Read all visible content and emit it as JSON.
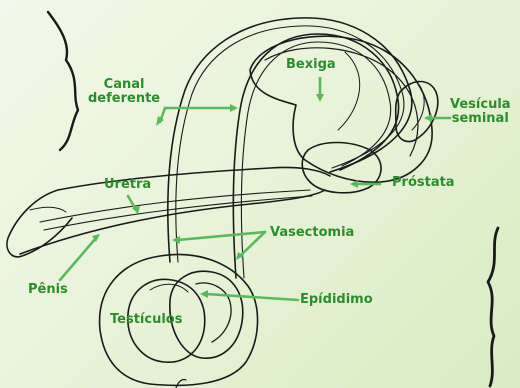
{
  "colors": {
    "label_text": "#2e8b2e",
    "leader_line": "#5cb85c",
    "outline": "#1a1a1a",
    "background": "#e9f4dc"
  },
  "labels": {
    "bexiga": "Bexiga",
    "canal_line1": "Canal",
    "canal_line2": "deferente",
    "vesicula_line1": "Vesícula",
    "vesicula_line2": "seminal",
    "prostata": "Próstata",
    "uretra": "Uretra",
    "vasectomia": "Vasectomia",
    "penis": "Pênis",
    "epididimo": "Epídidimo",
    "testiculos": "Testículos"
  }
}
